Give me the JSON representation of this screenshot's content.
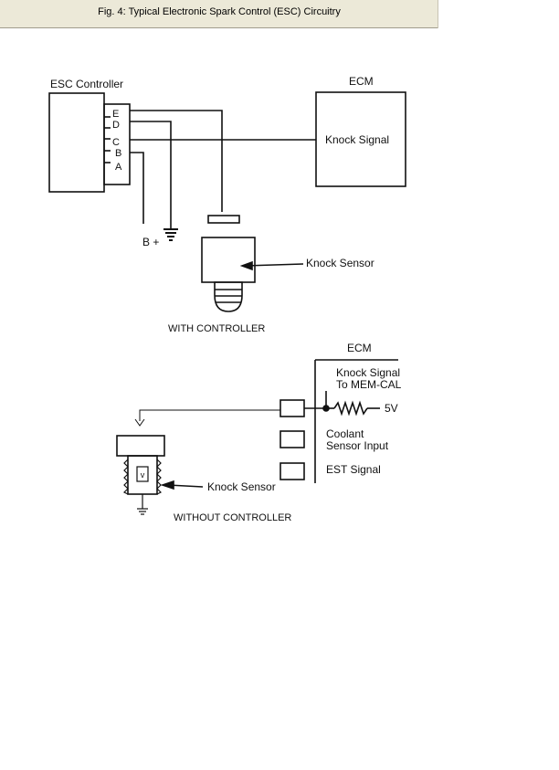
{
  "window": {
    "title": "Fig. 4: Typical Electronic Spark Control (ESC) Circuitry"
  },
  "diagram": {
    "top": {
      "controller_label": "ESC Controller",
      "terminals": [
        "E",
        "D",
        "C",
        "B",
        "A"
      ],
      "ecm_label": "ECM",
      "knock_signal_label": "Knock Signal",
      "battery_label": "B +",
      "knock_sensor_label": "Knock Sensor",
      "caption": "WITH CONTROLLER"
    },
    "bottom": {
      "ecm_label": "ECM",
      "knock_signal_line1": "Knock Signal",
      "knock_signal_line2": "To MEM-CAL",
      "voltage_label": "5V",
      "coolant_line1": "Coolant",
      "coolant_line2": "Sensor Input",
      "est_label": "EST Signal",
      "knock_sensor_label": "Knock Sensor",
      "caption": "WITHOUT CONTROLLER"
    }
  }
}
